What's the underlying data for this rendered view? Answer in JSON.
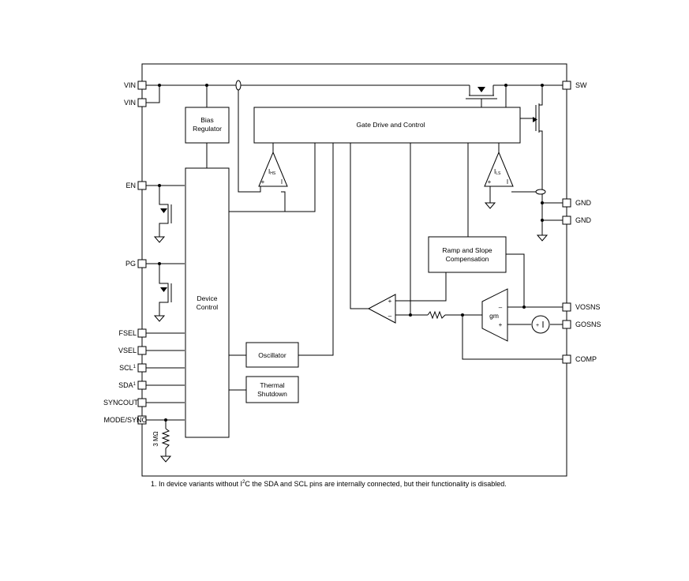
{
  "pins": {
    "vin1": "VIN",
    "vin2": "VIN",
    "en": "EN",
    "pg": "PG",
    "fsel": "FSEL",
    "vsel": "VSEL",
    "scl": "SCL",
    "scl_mark": "1",
    "sda": "SDA",
    "sda_mark": "1",
    "syncout": "SYNCOUT",
    "mode_sync": "MODE/SYNC",
    "sw": "SW",
    "gnd1": "GND",
    "gnd2": "GND",
    "vosns": "VOSNS",
    "gosns": "GOSNS",
    "comp": "COMP"
  },
  "blocks": {
    "bias_regulator": [
      "Bias",
      "Regulator"
    ],
    "gate_drive": "Gate Drive and Control",
    "device_control": [
      "Device",
      "Control"
    ],
    "ramp_slope": [
      "Ramp and Slope",
      "Compensation"
    ],
    "oscillator": "Oscillator",
    "thermal_shutdown": [
      "Thermal",
      "Shutdown"
    ]
  },
  "labels": {
    "ihs": "I",
    "ihs_sub": "HS",
    "ils": "I",
    "ils_sub": "LS",
    "gm": "gm",
    "resistor": "3 MΩ",
    "plus": "+",
    "minus": "–"
  },
  "footnote": {
    "pre": "1. In device variants without I",
    "sup": "2",
    "post": "C the SDA and SCL pins are internally connected, but their functionality is disabled."
  }
}
